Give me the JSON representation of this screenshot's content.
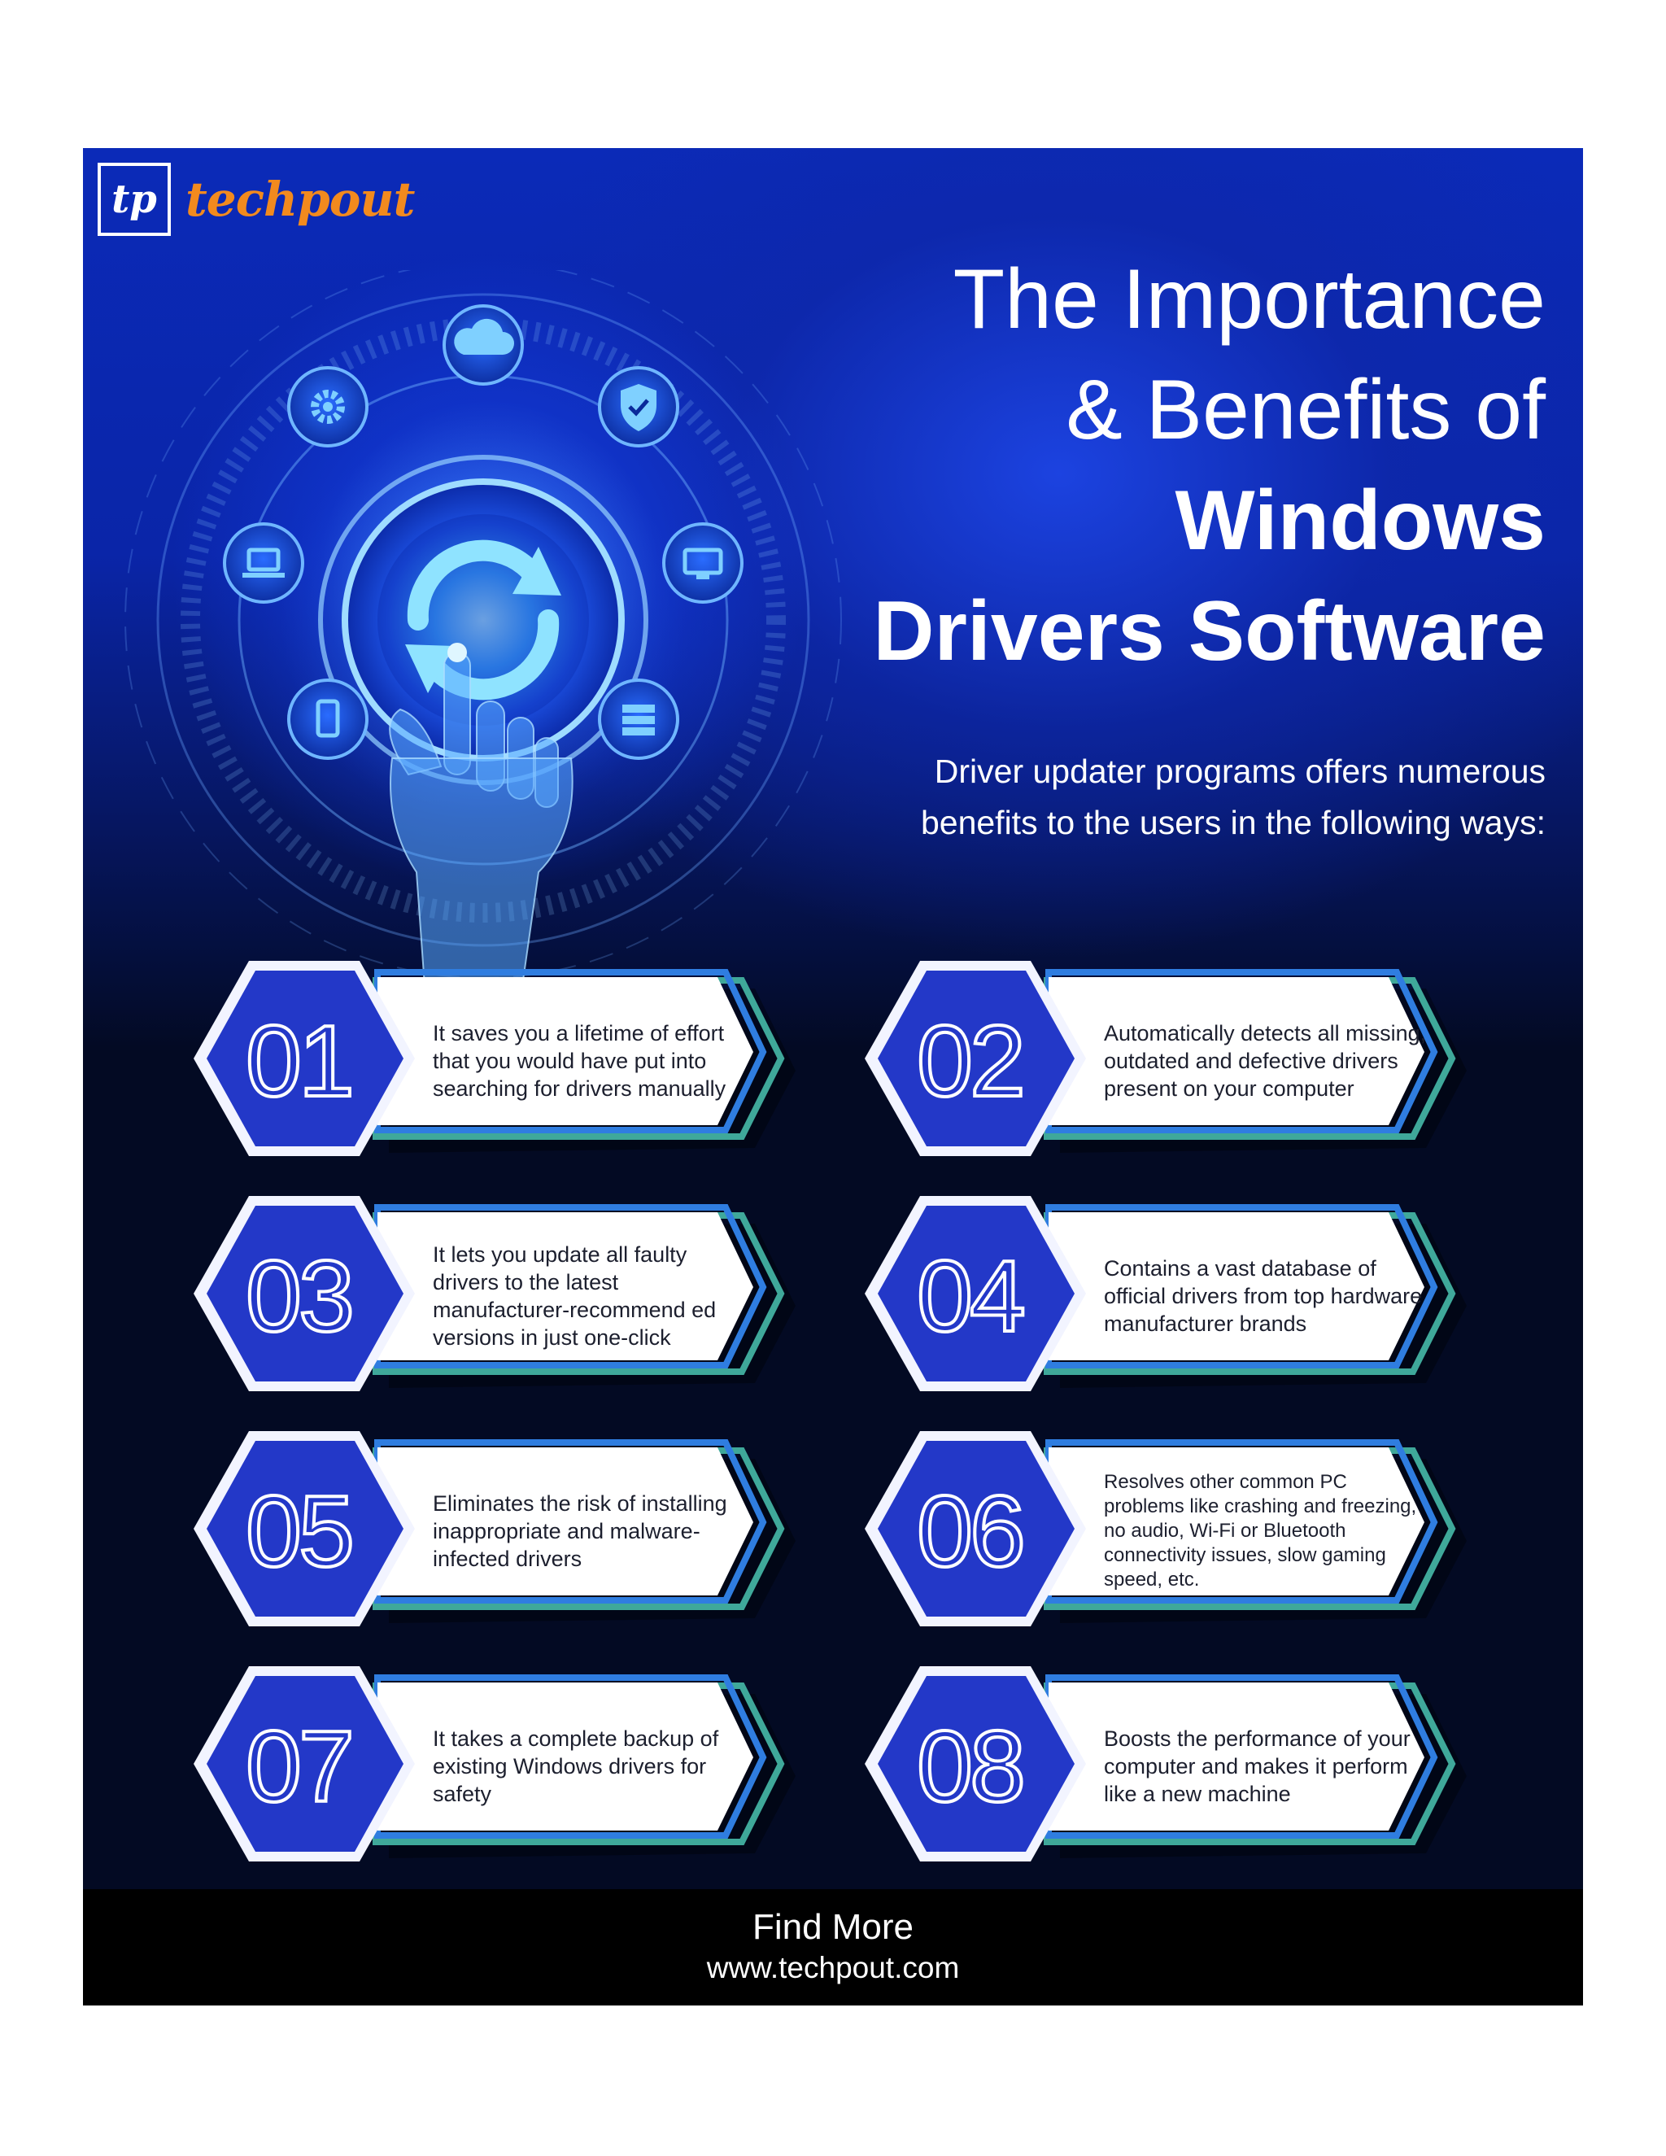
{
  "brand": {
    "logo_mark": "tp",
    "logo_name": "techpout",
    "accent": "#f28a1e"
  },
  "title": {
    "line1": "The Importance",
    "line2": "& Benefits of",
    "line3": "Windows",
    "line4": "Drivers Software"
  },
  "subtitle": {
    "line1": "Driver updater programs offers numerous",
    "line2": "benefits to the users in the following ways:"
  },
  "hero_icons": [
    "cloud-icon",
    "shield-check-icon",
    "monitor-icon",
    "server-icon",
    "mobile-icon",
    "laptop-icon",
    "gear-icon",
    "refresh-icon",
    "robot-hand-icon"
  ],
  "benefits": [
    {
      "number": "01",
      "text": "It saves you a lifetime of effort that you would have put into searching for drivers manually"
    },
    {
      "number": "02",
      "text": "Automatically detects all missing, outdated and defective drivers present on your computer"
    },
    {
      "number": "03",
      "text": "It lets you update all faulty drivers to the latest manufacturer-recommend ed versions in just one-click"
    },
    {
      "number": "04",
      "text": "Contains a vast database of official drivers from top hardware manufacturer brands"
    },
    {
      "number": "05",
      "text": "Eliminates the risk of installing inappropriate and malware-infected drivers"
    },
    {
      "number": "06",
      "text": "Resolves other common PC problems like crashing and freezing, no audio, Wi-Fi or Bluetooth connectivity issues, slow gaming speed, etc."
    },
    {
      "number": "07",
      "text": "It takes a complete backup of existing Windows drivers for safety"
    },
    {
      "number": "08",
      "text": "Boosts the performance of your computer and makes it perform like a new machine"
    }
  ],
  "footer": {
    "cta": "Find More",
    "url": "www.techpout.com"
  },
  "colors": {
    "hex_blue": "#2338c8",
    "teal_border": "#3fa89a",
    "blue_border": "#2f7de0",
    "background": "#030a23"
  }
}
